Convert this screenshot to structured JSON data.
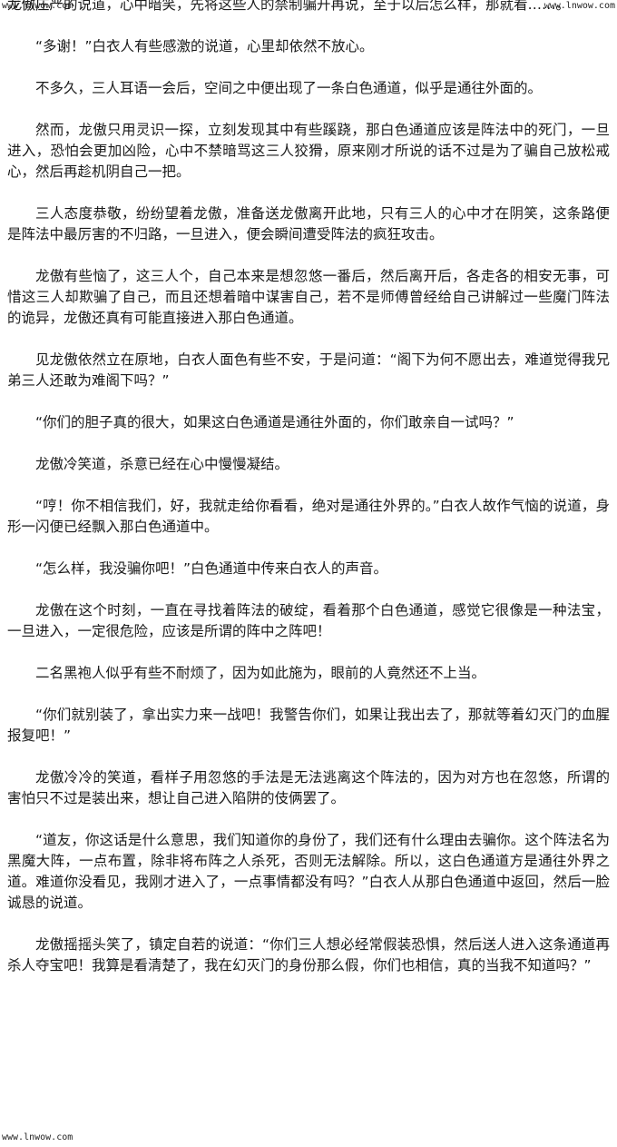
{
  "watermarks": {
    "top_left": "www.lnwow.com",
    "top_right": "www.lnwow.com",
    "bottom_left": "www.lnwow.com"
  },
  "paragraphs": [
    "龙傲庄严的说道，心中暗笑，先将这些人的禁制骗开再说，至于以后怎么样，那就看……。",
    "“多谢！”白衣人有些感激的说道，心里却依然不放心。",
    "不多久，三人耳语一会后，空间之中便出现了一条白色通道，似乎是通往外面的。",
    "然而，龙傲只用灵识一探，立刻发现其中有些蹊跷，那白色通道应该是阵法中的死门，一旦进入，恐怕会更加凶险，心中不禁暗骂这三人狡猾，原来刚才所说的话不过是为了骗自己放松戒心，然后再趁机阴自己一把。",
    "三人态度恭敬，纷纷望着龙傲，准备送龙傲离开此地，只有三人的心中才在阴笑，这条路便是阵法中最厉害的不归路，一旦进入，便会瞬间遭受阵法的疯狂攻击。",
    "龙傲有些恼了，这三人个，自己本来是想忽悠一番后，然后离开后，各走各的相安无事，可惜这三人却欺骗了自己，而且还想着暗中谋害自己，若不是师傅曾经给自己讲解过一些魔门阵法的诡异，龙傲还真有可能直接进入那白色通道。",
    "见龙傲依然立在原地，白衣人面色有些不安，于是问道：“阁下为何不愿出去，难道觉得我兄弟三人还敢为难阁下吗？”",
    "“你们的胆子真的很大，如果这白色通道是通往外面的，你们敢亲自一试吗？”",
    "龙傲冷笑道，杀意已经在心中慢慢凝结。",
    "“哼！你不相信我们，好，我就走给你看看，绝对是通往外界的。”白衣人故作气恼的说道，身形一闪便已经飘入那白色通道中。",
    "“怎么样，我没骗你吧！”白色通道中传来白衣人的声音。",
    "龙傲在这个时刻，一直在寻找着阵法的破绽，看着那个白色通道，感觉它很像是一种法宝，一旦进入，一定很危险，应该是所谓的阵中之阵吧！",
    "二名黑袍人似乎有些不耐烦了，因为如此施为，眼前的人竟然还不上当。",
    "“你们就别装了，拿出实力来一战吧！我警告你们，如果让我出去了，那就等着幻灭门的血腥报复吧！”",
    "龙傲冷冷的笑道，看样子用忽悠的手法是无法逃离这个阵法的，因为对方也在忽悠，所谓的害怕只不过是装出来，想让自己进入陷阱的伎俩罢了。",
    "“道友，你这话是什么意思，我们知道你的身份了，我们还有什么理由去骗你。这个阵法名为黑魔大阵，一点布置，除非将布阵之人杀死，否则无法解除。所以，这白色通道方是通往外界之道。难道你没看见，我刚才进入了，一点事情都没有吗？”白衣人从那白色通道中返回，然后一脸诚恳的说道。",
    "龙傲摇摇头笑了，镇定自若的说道：“你们三人想必经常假装恐惧，然后送人进入这条通道再杀人夺宝吧！我算是看清楚了，我在幻灭门的身份那么假，你们也相信，真的当我不知道吗？”"
  ]
}
